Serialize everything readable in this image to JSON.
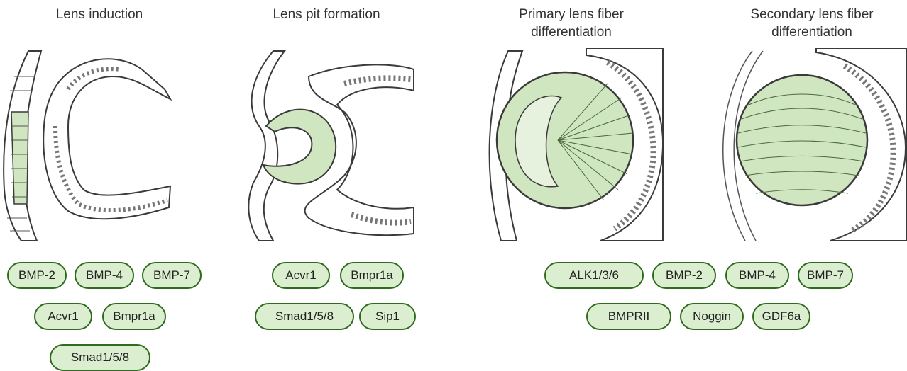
{
  "colors": {
    "pill_border": "#2f6b1f",
    "pill_fill": "#dbeecf",
    "highlight": "#cfe6c0",
    "outline": "#3a3a3a"
  },
  "stages": [
    {
      "title": "Lens induction",
      "factors": [
        "BMP-2",
        "BMP-4",
        "BMP-7",
        "Acvr1",
        "Bmpr1a",
        "Smad1/5/8"
      ]
    },
    {
      "title": "Lens pit formation",
      "factors": [
        "Acvr1",
        "Bmpr1a",
        "Smad1/5/8",
        "Sip1"
      ]
    },
    {
      "title": "Primary lens fiber\ndifferentiation",
      "factors": [
        "ALK1/3/6",
        "BMP-2",
        "BMP-4",
        "BMP-7",
        "BMPRII",
        "Noggin",
        "GDF6a"
      ]
    },
    {
      "title": "Secondary lens fiber\ndifferentiation",
      "factors": []
    }
  ]
}
